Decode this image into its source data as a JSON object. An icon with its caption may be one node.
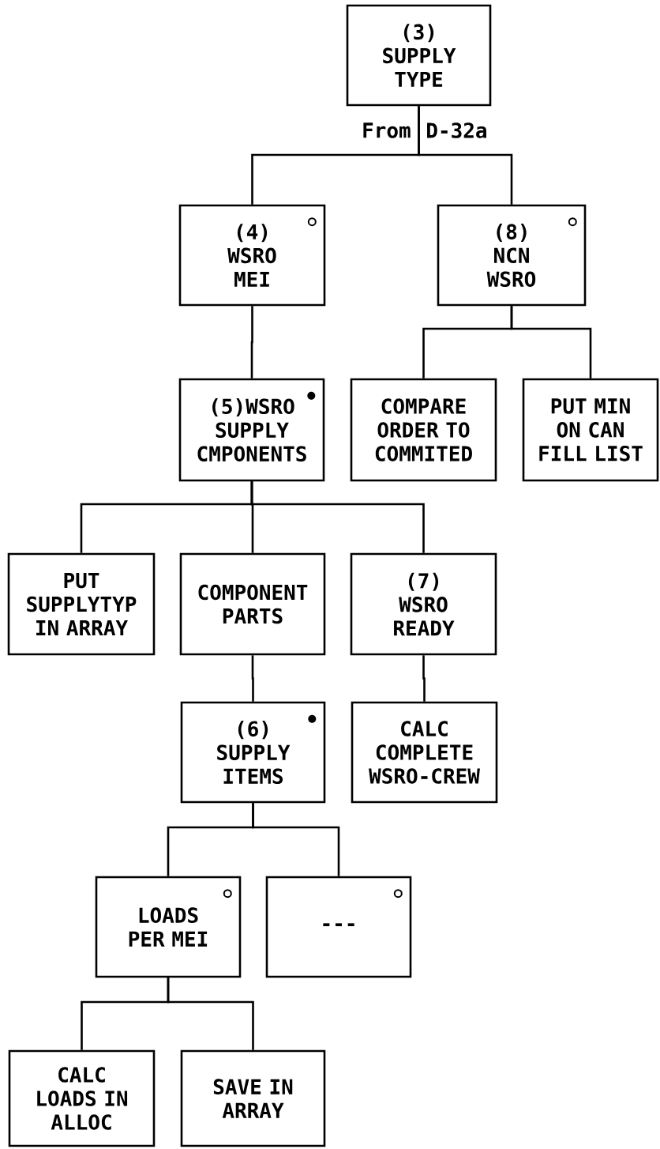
{
  "diagram": {
    "nodes": [
      {
        "text": [
          "(3) SUPPLY TYPE"
        ]
      },
      {
        "text": [
          "(4) WSRO MEI"
        ]
      },
      {
        "text": [
          "(8) NCN WSRO"
        ]
      },
      {
        "text": [
          "(5)WSRO SUPPLY CMPONENTS"
        ]
      },
      {
        "text": [
          "COMPARE ORDER TO COMMITED"
        ]
      },
      {
        "text": [
          "PUT MIN ON CAN FILL LIST"
        ]
      },
      {
        "text": [
          "PUT SUPPLYTYP IN ARRAY"
        ]
      },
      {
        "text": [
          "COMPONENT PARTS"
        ]
      },
      {
        "text": [
          "(7) WSRO READY"
        ]
      },
      {
        "text": [
          "(6) SUPPLY ITEMS"
        ]
      },
      {
        "text": [
          "CALC COMPLETE WSRO-CREW"
        ]
      },
      {
        "text": [
          "LOADS PER MEI"
        ]
      },
      {
        "text": [
          "---"
        ]
      },
      {
        "text": [
          "CALC LOADS IN ALLOC"
        ]
      },
      {
        "text": [
          "SAVE IN ARRAY"
        ]
      }
    ],
    "edges": [
      {
        "from": 0,
        "to": 1,
        "arrow": "none"
      },
      {
        "from": 0,
        "to": 2,
        "arrow": "none"
      },
      {
        "from": 1,
        "to": 3,
        "arrow": "none"
      },
      {
        "from": 2,
        "to": 4,
        "arrow": "none"
      },
      {
        "from": 2,
        "to": 5,
        "arrow": "none"
      },
      {
        "from": 3,
        "to": 6,
        "arrow": "none"
      },
      {
        "from": 3,
        "to": 7,
        "arrow": "none"
      },
      {
        "from": 3,
        "to": 8,
        "arrow": "none"
      },
      {
        "from": 7,
        "to": 9,
        "arrow": "none"
      },
      {
        "from": 8,
        "to": 10,
        "arrow": "none"
      },
      {
        "from": 9,
        "to": 11,
        "arrow": "none"
      },
      {
        "from": 9,
        "to": 12,
        "arrow": "none"
      },
      {
        "from": 11,
        "to": 13,
        "arrow": "none"
      },
      {
        "from": 11,
        "to": 14,
        "arrow": "none"
      }
    ],
    "labels": [
      "From",
      "D-32a"
    ]
  }
}
